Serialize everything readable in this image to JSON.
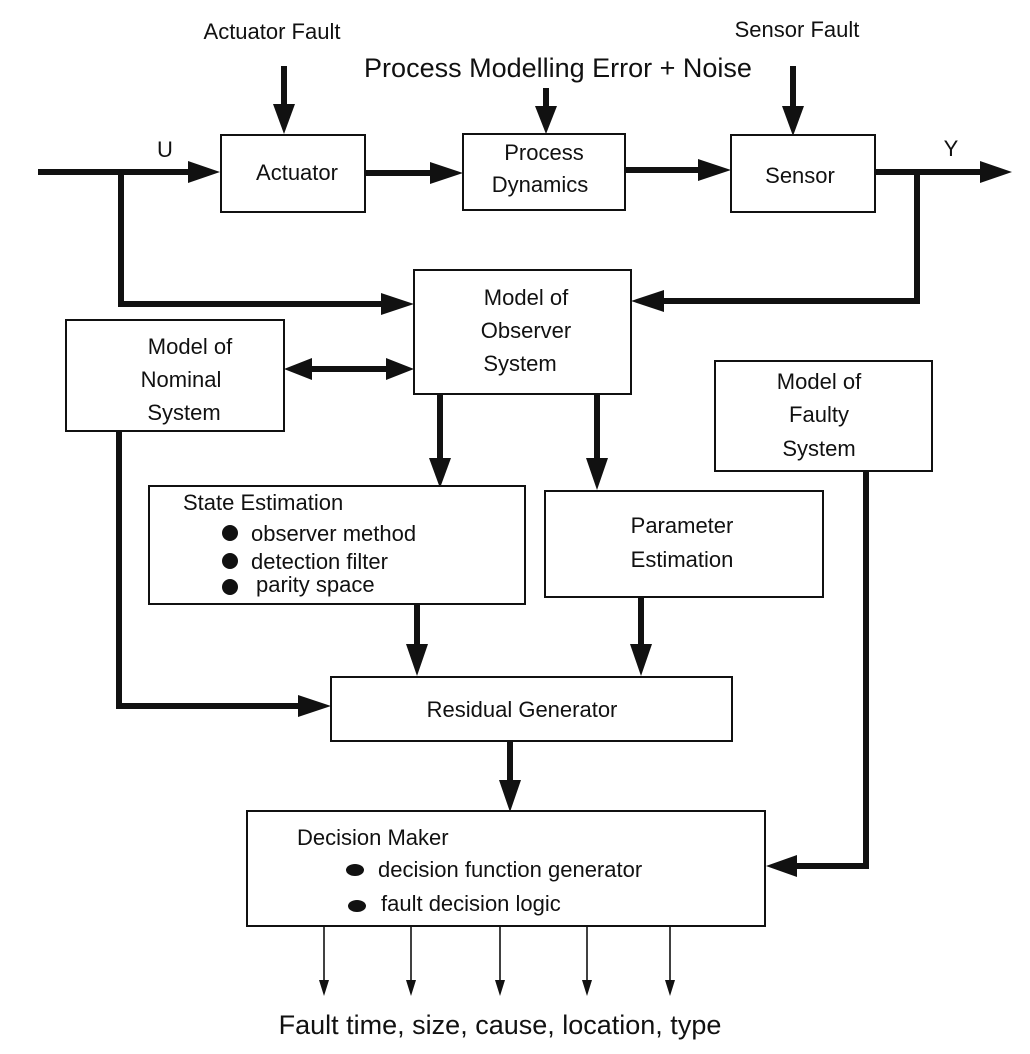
{
  "inputs": {
    "actuator_fault": "Actuator Fault",
    "modelling_error": "Process Modelling Error + Noise",
    "sensor_fault": "Sensor Fault"
  },
  "signals": {
    "u": "U",
    "y": "Y"
  },
  "blocks": {
    "actuator": "Actuator",
    "process_dynamics": [
      "Process",
      "Dynamics"
    ],
    "sensor": "Sensor",
    "observer_model": [
      "Model of",
      "Observer",
      "System"
    ],
    "nominal_model": [
      "Model of",
      "Nominal",
      "System"
    ],
    "faulty_model": [
      "Model of",
      "Faulty",
      "System"
    ],
    "state_estimation": {
      "title": "State Estimation",
      "items": [
        "observer method",
        "detection filter",
        "parity space"
      ]
    },
    "parameter_estimation": [
      "Parameter",
      "Estimation"
    ],
    "residual_generator": "Residual Generator",
    "decision_maker": {
      "title": "Decision Maker",
      "items": [
        "decision function generator",
        "fault decision logic"
      ]
    }
  },
  "output_caption": "Fault time, size, cause, location, type"
}
